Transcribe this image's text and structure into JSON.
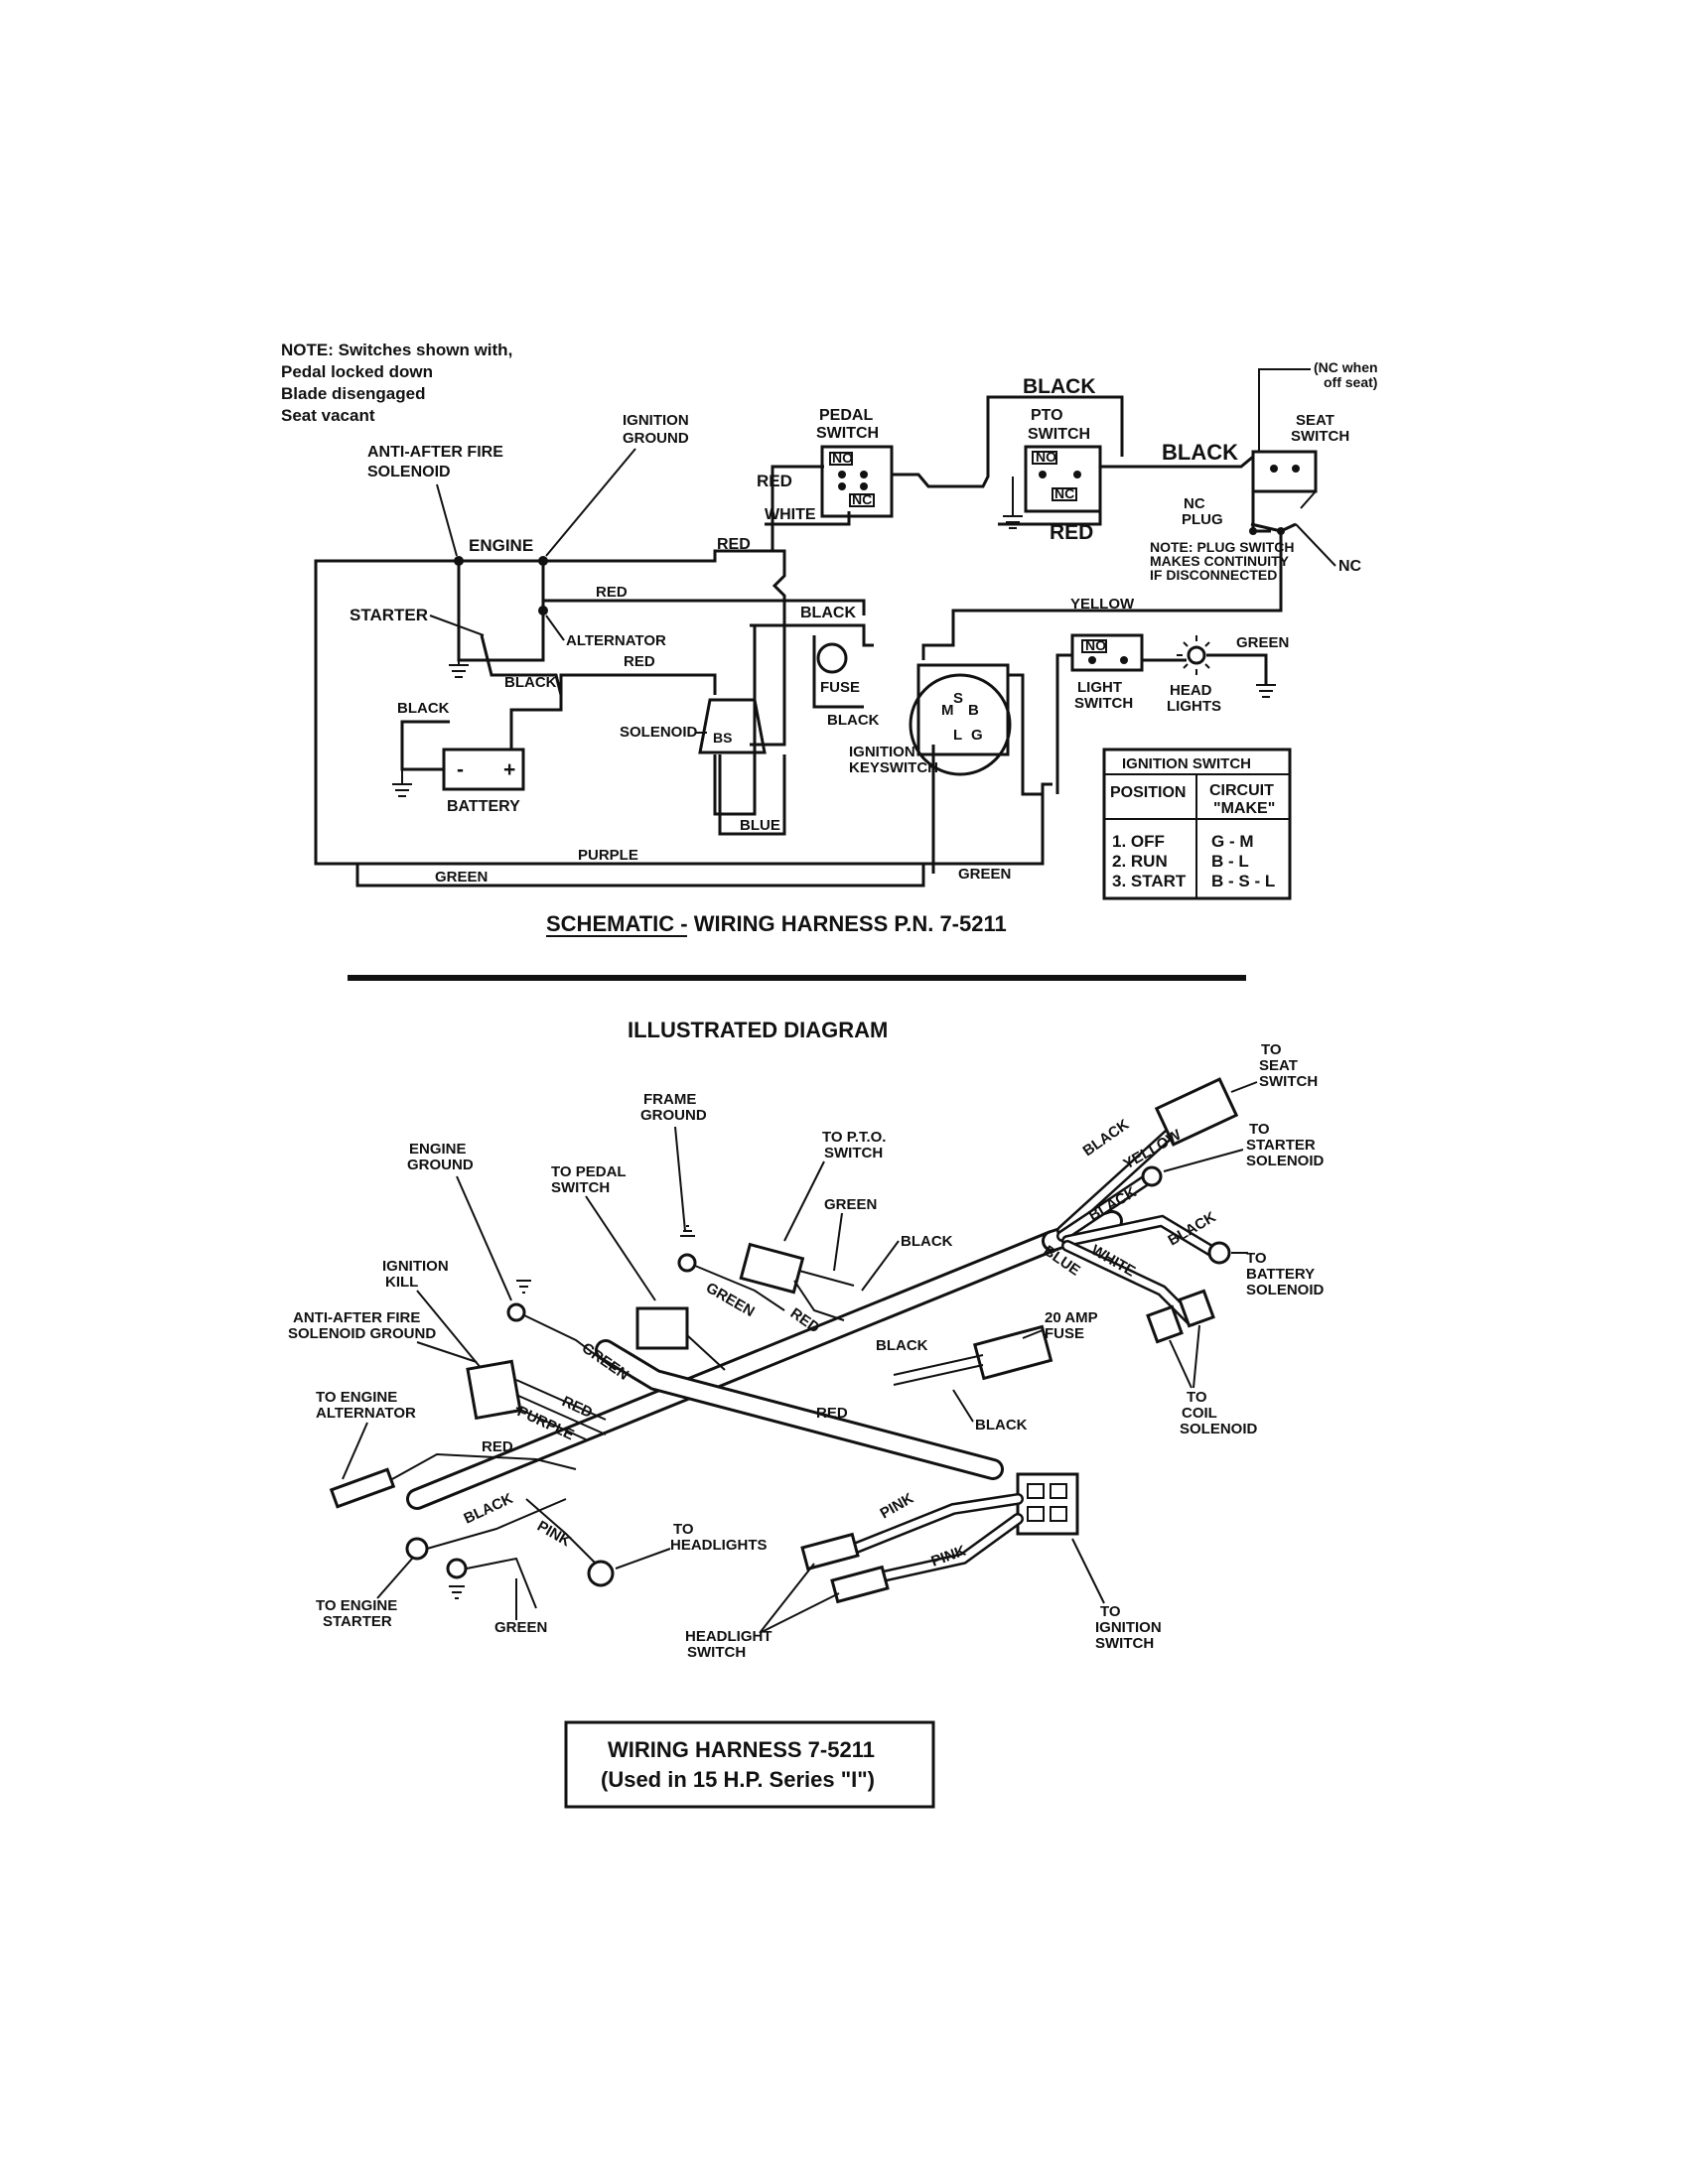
{
  "schematic": {
    "note": [
      "NOTE: Switches shown with,",
      "Pedal locked down",
      "Blade disengaged",
      "Seat vacant"
    ],
    "labels": {
      "ignition_ground": [
        "IGNITION",
        "GROUND"
      ],
      "anti_after_fire": [
        "ANTI-AFTER FIRE",
        "SOLENOID"
      ],
      "engine": "ENGINE",
      "starter": "STARTER",
      "alternator": "ALTERNATOR",
      "battery": "BATTERY",
      "solenoid": "SOLENOID",
      "fuse": "FUSE",
      "ignition_keyswitch": [
        "IGNITION",
        "KEYSWITCH"
      ],
      "pedal_switch": [
        "PEDAL",
        "SWITCH"
      ],
      "pto_switch": [
        "PTO",
        "SWITCH"
      ],
      "seat_switch": [
        "SEAT",
        "SWITCH"
      ],
      "nc_plug": [
        "NC",
        "PLUG"
      ],
      "nc_when_off_seat": [
        "(NC when",
        "off seat)"
      ],
      "plug_note": [
        "NOTE: PLUG SWITCH",
        "MAKES CONTINUITY",
        "IF DISCONNECTED"
      ],
      "nc": "NC",
      "no": "NO",
      "light_switch": [
        "LIGHT",
        "SWITCH"
      ],
      "head_lights": [
        "HEAD",
        "LIGHTS"
      ],
      "battery_minus": "-",
      "battery_plus": "+"
    },
    "wires": {
      "black": "BLACK",
      "red": "RED",
      "white": "WHITE",
      "yellow": "YELLOW",
      "green": "GREEN",
      "blue": "BLUE",
      "purple": "PURPLE"
    },
    "ignition_table": {
      "title": "IGNITION SWITCH",
      "col1": "POSITION",
      "col2": [
        "CIRCUIT",
        "\"MAKE\""
      ],
      "rows": [
        {
          "position": "1. OFF",
          "circuit": "G - M"
        },
        {
          "position": "2. RUN",
          "circuit": "B - L"
        },
        {
          "position": "3. START",
          "circuit": "B - S - L"
        }
      ]
    },
    "terminals": {
      "m": "M",
      "s": "S",
      "b": "B",
      "g": "G",
      "l": "L",
      "bs": "BS"
    },
    "caption": {
      "underlined": "SCHEMATIC",
      "rest": " -  WIRING HARNESS P.N. 7-5211"
    }
  },
  "illustrated": {
    "title": "ILLUSTRATED DIAGRAM",
    "labels": {
      "to_seat_switch": [
        "TO",
        "SEAT",
        "SWITCH"
      ],
      "to_starter_solenoid": [
        "TO",
        "STARTER",
        "SOLENOID"
      ],
      "to_battery_solenoid": [
        "TO",
        "BATTERY",
        "SOLENOID"
      ],
      "to_coil_solenoid": [
        "TO",
        "COIL",
        "SOLENOID"
      ],
      "amp_fuse": [
        "20 AMP",
        "FUSE"
      ],
      "frame_ground": [
        "FRAME",
        "GROUND"
      ],
      "to_pto_switch": [
        "TO P.T.O.",
        "SWITCH"
      ],
      "to_pedal_switch": [
        "TO PEDAL",
        "SWITCH"
      ],
      "engine_ground": [
        "ENGINE",
        "GROUND"
      ],
      "ignition_kill": [
        "IGNITION",
        "KILL"
      ],
      "anti_after_fire_ground": [
        "ANTI-AFTER FIRE",
        "SOLENOID GROUND"
      ],
      "to_engine_alternator": [
        "TO ENGINE",
        "ALTERNATOR"
      ],
      "to_headlights": [
        "TO",
        "HEADLIGHTS"
      ],
      "to_engine_starter": [
        "TO ENGINE",
        "STARTER"
      ],
      "headlight_switch": [
        "HEADLIGHT",
        "SWITCH"
      ],
      "to_ignition_switch": [
        "TO",
        "IGNITION",
        "SWITCH"
      ]
    },
    "wires": {
      "black": "BLACK",
      "yellow": "YELLOW",
      "blue": "BLUE",
      "white": "WHITE",
      "green": "GREEN",
      "red": "RED",
      "purple": "PURPLE",
      "pink": "PINK"
    }
  },
  "caption_box": [
    "WIRING HARNESS 7-5211",
    "(Used in 15 H.P. Series \"I\")"
  ]
}
